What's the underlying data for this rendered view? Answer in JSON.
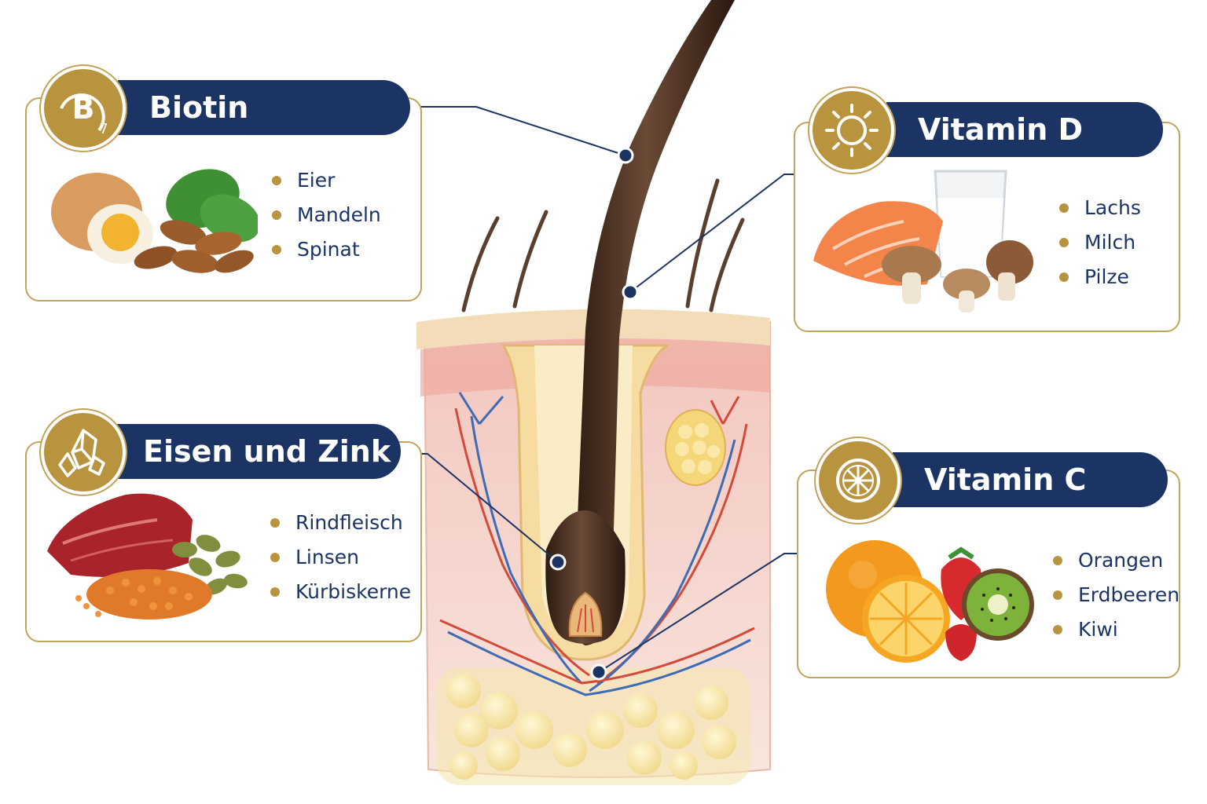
{
  "nutrients": [
    {
      "name": "Biotin",
      "badge_icon": "b7-icon",
      "badge_text": "B",
      "badge_subscript": "7",
      "foods": [
        "Eier",
        "Mandeln",
        "Spinat"
      ]
    },
    {
      "name": "Vitamin D",
      "badge_icon": "sun-icon",
      "foods": [
        "Lachs",
        "Milch",
        "Pilze"
      ]
    },
    {
      "name": "Eisen und Zink",
      "badge_icon": "mineral-crystal-icon",
      "foods": [
        "Rindfleisch",
        "Linsen",
        "Kürbiskerne"
      ]
    },
    {
      "name": "Vitamin C",
      "badge_icon": "citrus-slice-icon",
      "foods": [
        "Orangen",
        "Erdbeeren",
        "Kiwi"
      ]
    }
  ],
  "colors": {
    "banner": "#1c3463",
    "accent_gold": "#b8943f",
    "card_border": "#c2a35a",
    "hair": "#4a3022",
    "skin": "#f3c9c0"
  }
}
